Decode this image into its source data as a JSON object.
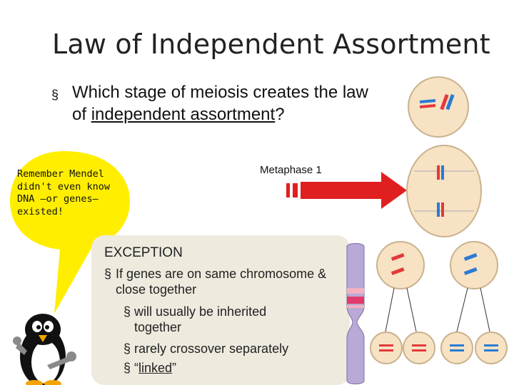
{
  "title": "Law of Independent Assortment",
  "question": {
    "bullet": "§",
    "text_part1": "Which stage of  meiosis creates the law of ",
    "link1": "independent assortment",
    "text_part2": "?"
  },
  "bubble": {
    "text": "Remember Mendel didn't even know DNA —or genes— existed!"
  },
  "arrow_label": "Metaphase 1",
  "exception": {
    "title": "EXCEPTION",
    "items": [
      {
        "marker": "§",
        "text": "If genes are on same chromosome & close together"
      },
      {
        "marker": "§",
        "text": "will usually be inherited together"
      },
      {
        "marker": "§",
        "text": "rarely crossover separately"
      },
      {
        "marker": "§",
        "text_prefix": "“",
        "link": "linked",
        "text_suffix": "”"
      }
    ]
  },
  "colors": {
    "bubble": "#ffee00",
    "arrow": "#e02020",
    "cell_fill": "#f7e2c4",
    "cell_border": "#c9b28e",
    "chrom_red": "#e23a3a",
    "chrom_blue": "#2a7bd4",
    "exception_bg": "#eeeade",
    "chromosome_body": "#b9a9d6"
  }
}
